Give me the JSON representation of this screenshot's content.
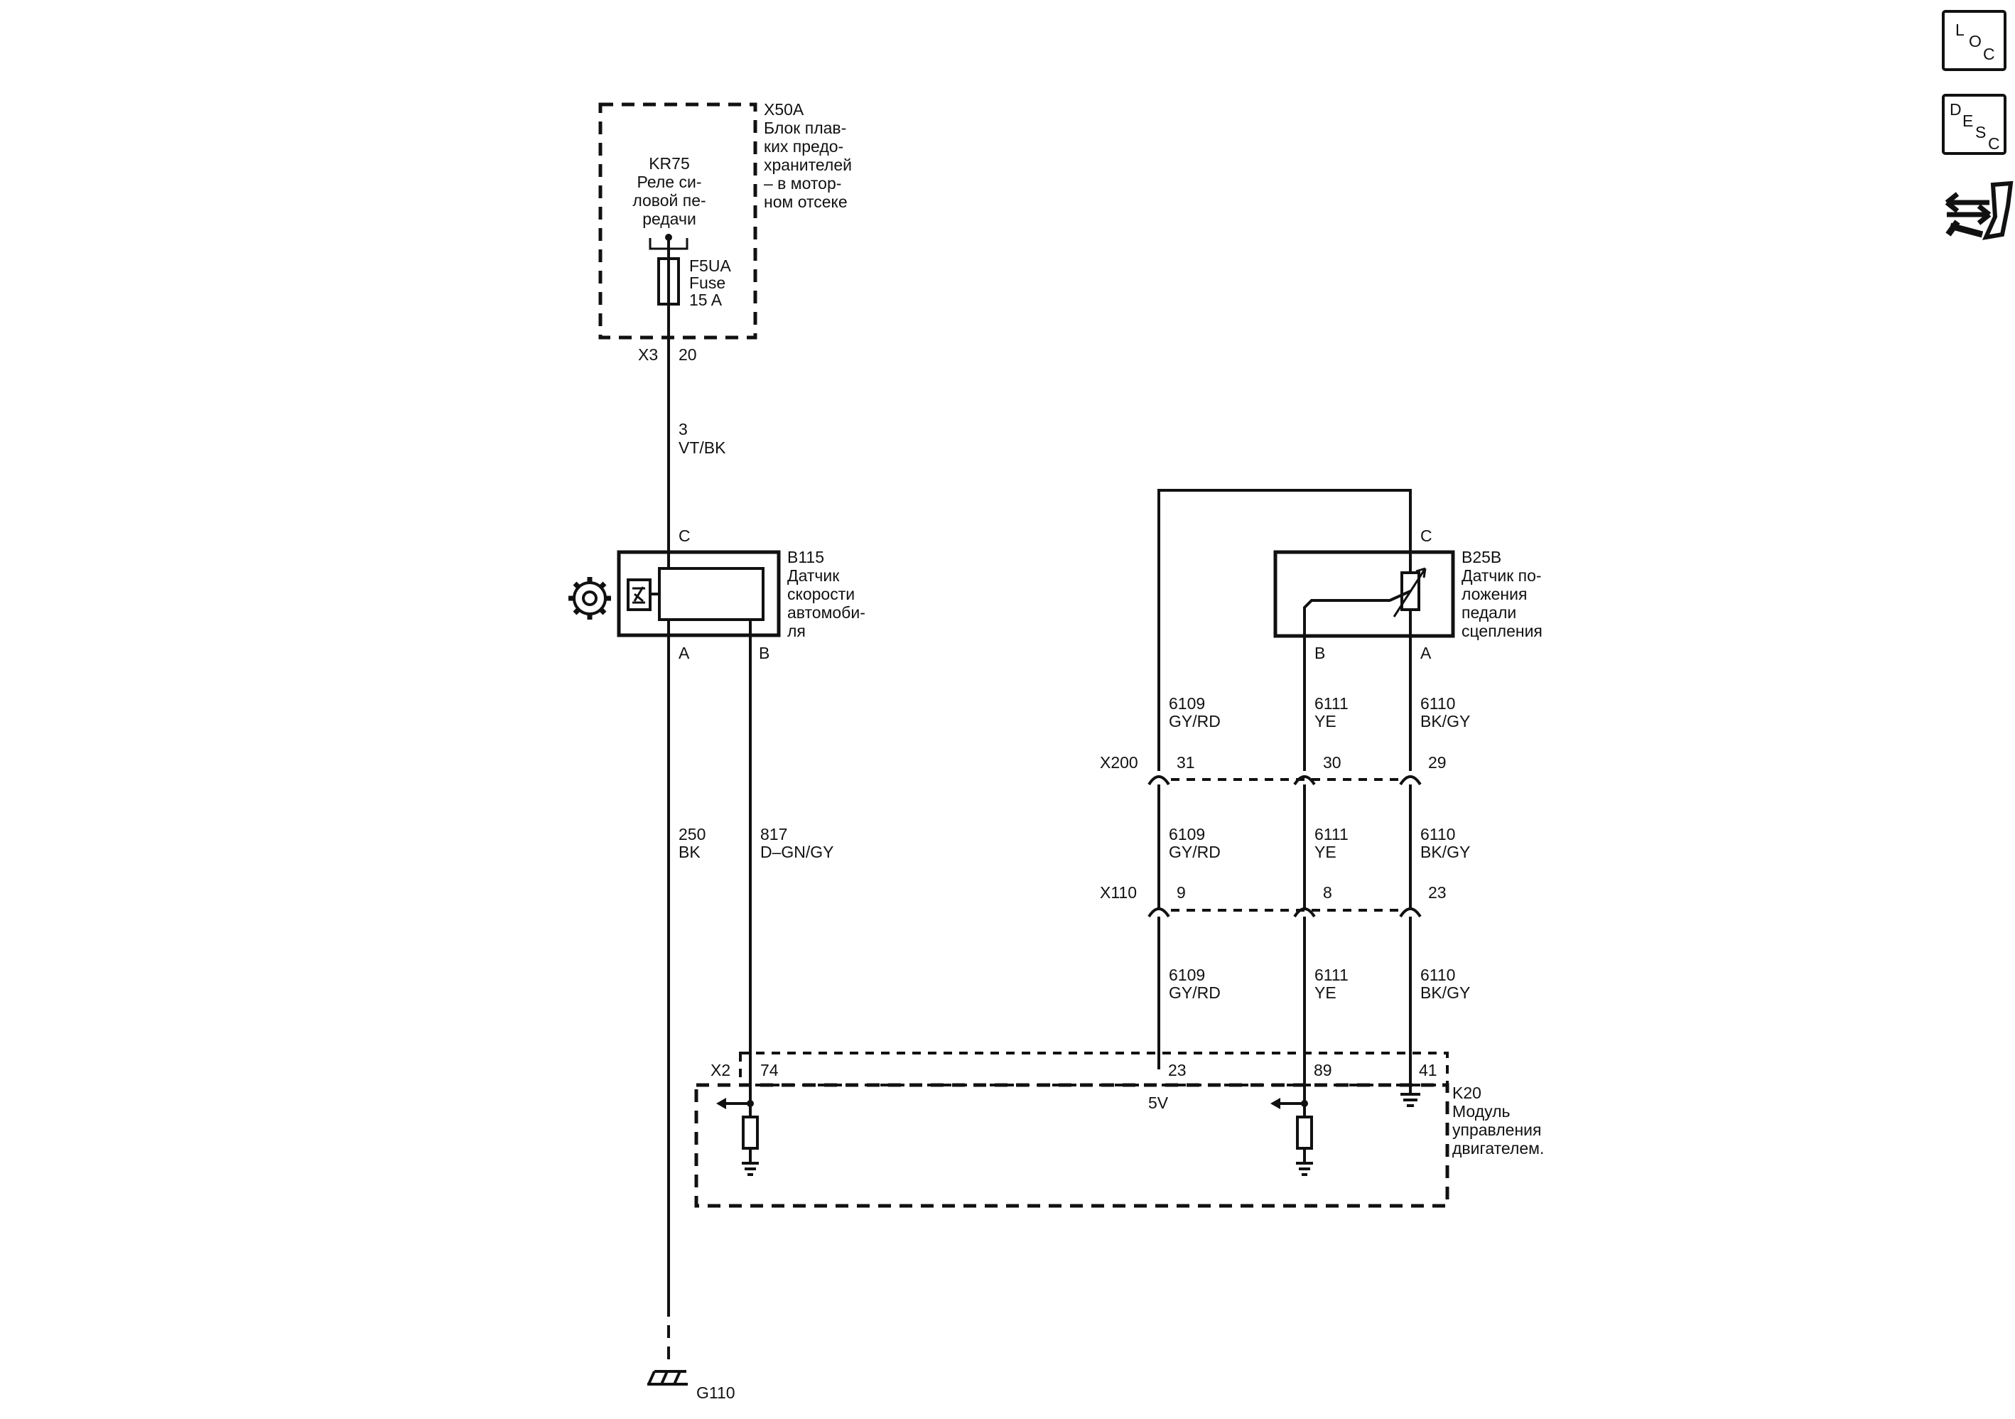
{
  "icons": {
    "loc": {
      "l": "L",
      "o": "O",
      "c": "C"
    },
    "desc": {
      "d": "D",
      "e": "E",
      "s": "S",
      "c": "C"
    }
  },
  "fuse_block": {
    "ref": "X50A",
    "desc": [
      "Блок плав-",
      "ких предо-",
      "хранителей",
      "– в мотор-",
      "ном отсеке"
    ],
    "relay_ref": "KR75",
    "relay_desc": [
      "Реле си-",
      "ловой пе-",
      "редачи"
    ],
    "fuse_ref": "F5UA",
    "fuse_desc": [
      "Fuse",
      "15 A"
    ],
    "connector": "X3",
    "pin": "20"
  },
  "wires": {
    "fuse_to_speed": {
      "circuit": "3",
      "color": "VT/BK"
    },
    "speed_a": {
      "circuit": "250",
      "color": "BK"
    },
    "speed_b": {
      "circuit": "817",
      "color": "D–GN/GY"
    },
    "pedal_5v": {
      "circuit": "6109",
      "color": "GY/RD"
    },
    "pedal_sig": {
      "circuit": "6111",
      "color": "YE"
    },
    "pedal_gnd": {
      "circuit": "6110",
      "color": "BK/GY"
    }
  },
  "speed_sensor": {
    "ref": "B115",
    "desc": [
      "Датчик",
      "скорости",
      "автомоби-",
      "ля"
    ],
    "pin_c": "C",
    "pin_a": "A",
    "pin_b": "B"
  },
  "pedal_sensor": {
    "ref": "B25B",
    "desc": [
      "Датчик по-",
      "ложения",
      "педали",
      "сцепления"
    ],
    "pin_c": "C",
    "pin_a": "A",
    "pin_b": "B"
  },
  "inline_connectors": {
    "x200": {
      "ref": "X200",
      "pins": [
        "31",
        "30",
        "29"
      ]
    },
    "x110": {
      "ref": "X110",
      "pins": [
        "9",
        "8",
        "23"
      ]
    }
  },
  "ecm": {
    "ref": "K20",
    "desc": [
      "Модуль",
      "управления",
      "двигателем."
    ],
    "connector": "X2",
    "pins": [
      "74",
      "23",
      "89",
      "41"
    ],
    "voltage": "5V"
  },
  "ground": {
    "ref": "G110"
  }
}
